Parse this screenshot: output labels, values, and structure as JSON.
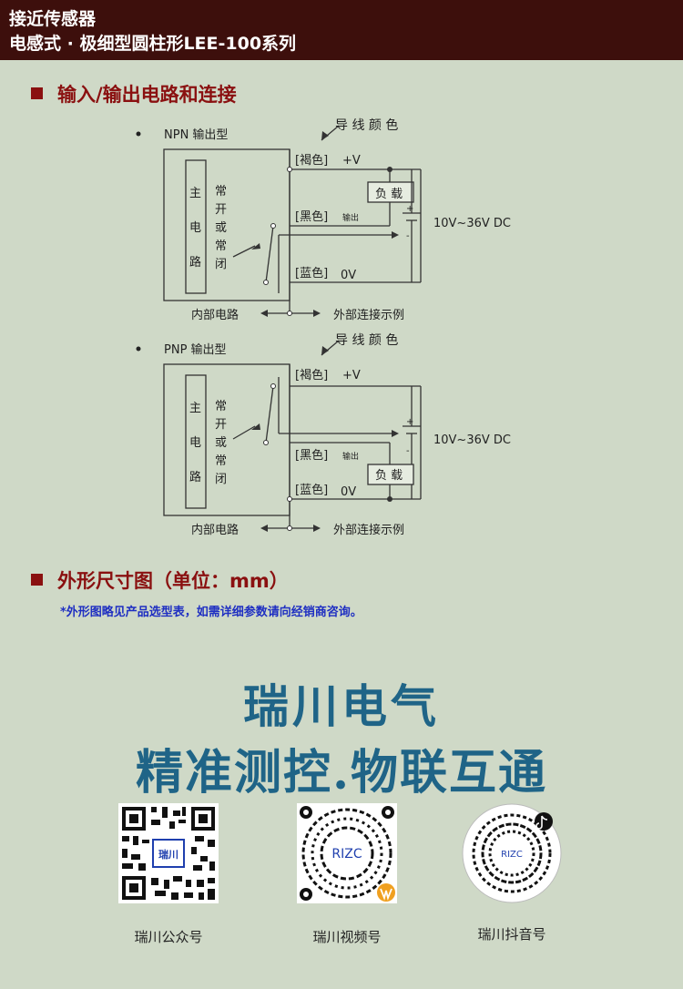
{
  "header": {
    "line1": "接近传感器",
    "line2": "电感式 · 极细型圆柱形LEE-100系列"
  },
  "section1": {
    "title": "输入/输出电路和连接"
  },
  "npn": {
    "title": "NPN 输出型",
    "wire_color_label": "导 线 颜 色",
    "brown": "[褐色]",
    "plus_v": "+V",
    "black": "[黑色]",
    "output": "输出",
    "blue": "[蓝色]",
    "zero_v": "0V",
    "load": "负 载",
    "supply": "10V~36V DC",
    "plus": "+",
    "minus": "-",
    "main_circuit": [
      "主",
      "电",
      "路"
    ],
    "contact": [
      "常",
      "开",
      "或",
      "常",
      "闭"
    ],
    "internal": "内部电路",
    "external": "外部连接示例"
  },
  "pnp": {
    "title": "PNP 输出型",
    "wire_color_label": "导 线 颜 色",
    "brown": "[褐色]",
    "plus_v": "+V",
    "black": "[黑色]",
    "output": "输出",
    "blue": "[蓝色]",
    "zero_v": "0V",
    "load": "负 载",
    "supply": "10V~36V DC",
    "plus": "+",
    "minus": "-",
    "main_circuit": [
      "主",
      "电",
      "路"
    ],
    "contact": [
      "常",
      "开",
      "或",
      "常",
      "闭"
    ],
    "internal": "内部电路",
    "external": "外部连接示例"
  },
  "section2": {
    "title": "外形尺寸图（单位：mm）"
  },
  "note": "*外形图略见产品选型表，如需详细参数请向经销商咨询。",
  "slogan": {
    "line1": "瑞川电气",
    "line2": "精准测控.物联互通"
  },
  "qrcodes": [
    {
      "label": "瑞川公众号",
      "center_text": "瑞川"
    },
    {
      "label": "瑞川视频号",
      "center_text": "RIZC"
    },
    {
      "label": "瑞川抖音号",
      "center_text": "RIZC"
    }
  ],
  "colors": {
    "header_bg": "#3d0f0c",
    "accent_red": "#8a1010",
    "note_blue": "#1f2fc2",
    "slogan_blue": "#1f6487",
    "page_bg": "#cfd9c7"
  }
}
